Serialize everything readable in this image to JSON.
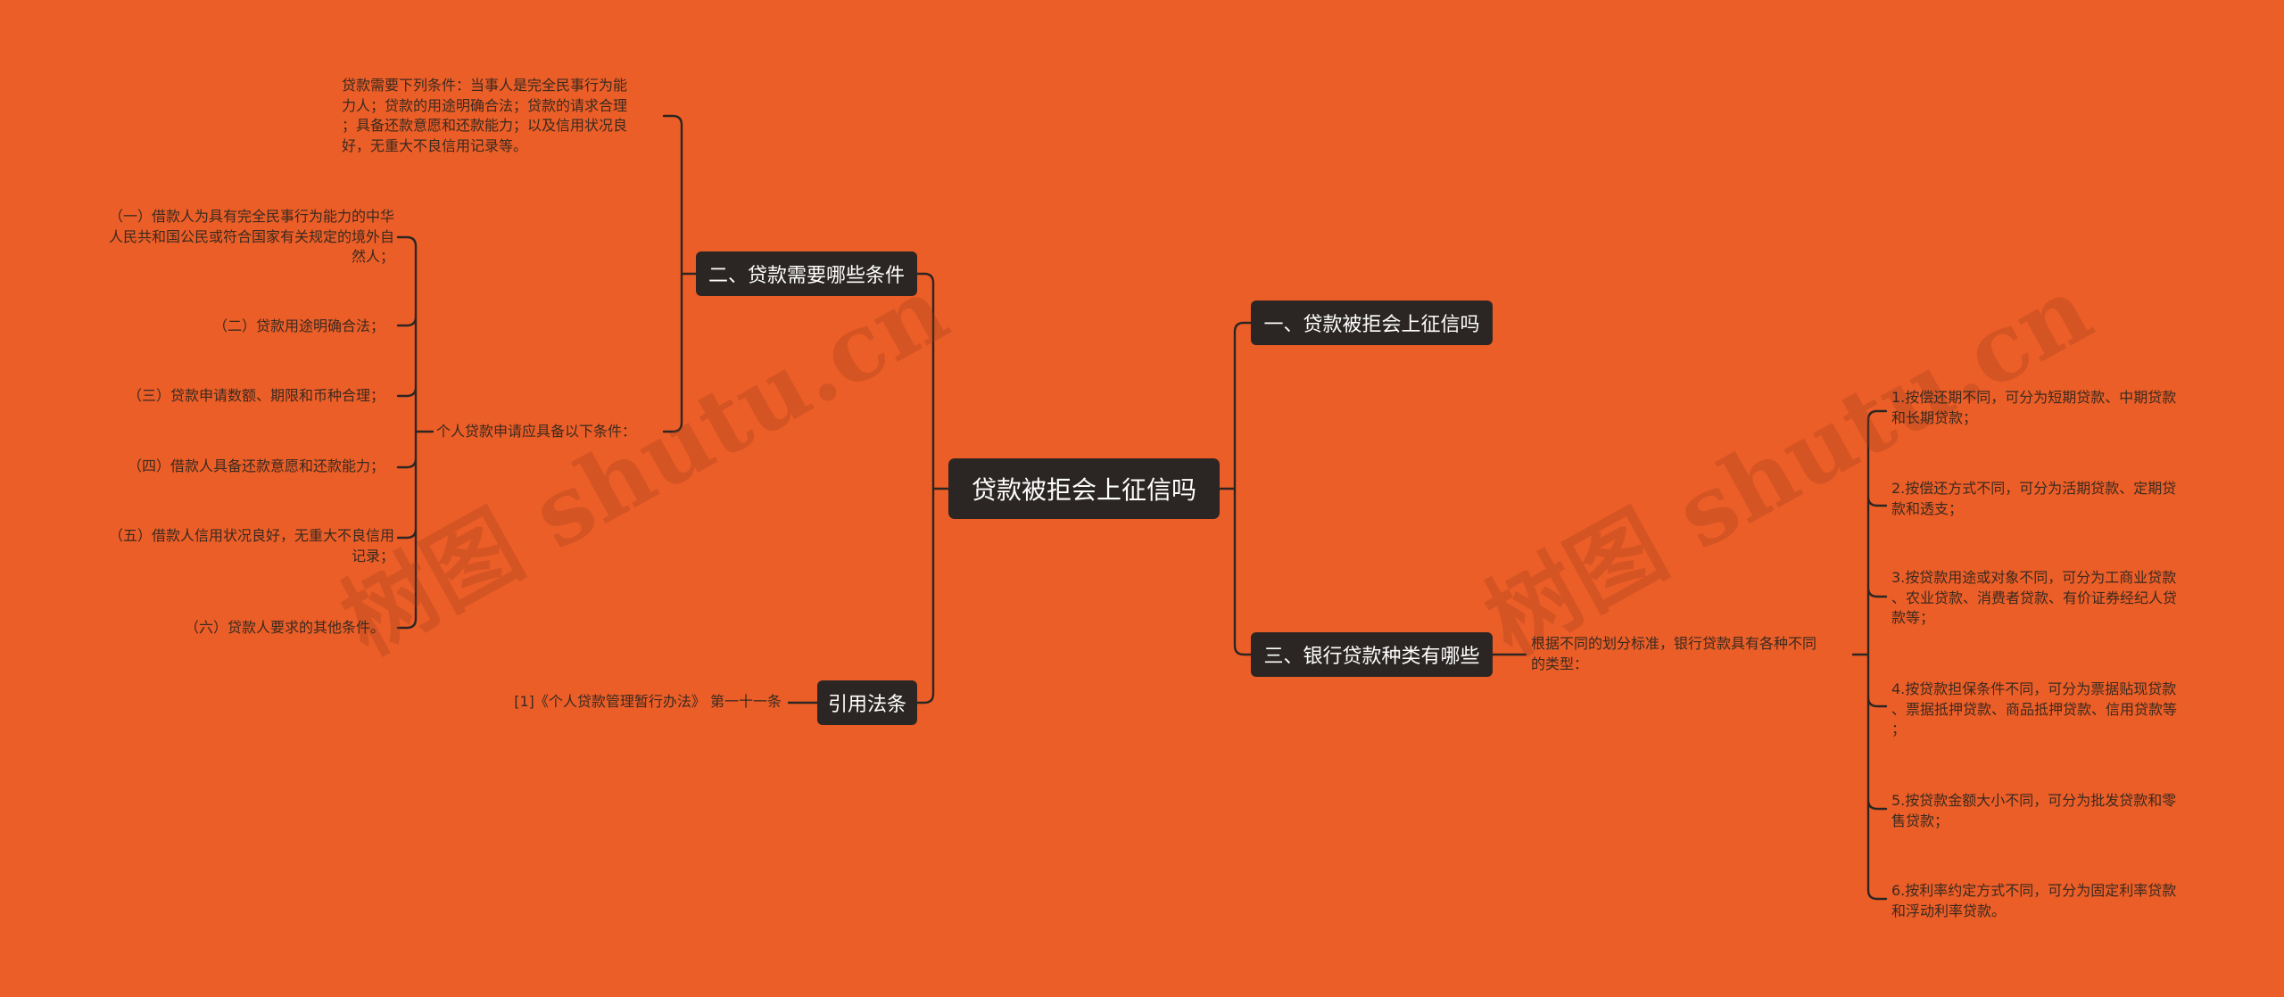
{
  "root": {
    "label": "贷款被拒会上征信吗"
  },
  "branches": {
    "b1": {
      "label": "一、贷款被拒会上征信吗"
    },
    "b2": {
      "label": "二、贷款需要哪些条件"
    },
    "b3": {
      "label": "三、银行贷款种类有哪些"
    },
    "b4": {
      "label": "引用法条"
    }
  },
  "left": {
    "conditions_summary": "贷款需要下列条件：当事人是完全民事行为能\n力人；贷款的用途明确合法；贷款的请求合理\n；具备还款意愿和还款能力；以及信用状况良\n好，无重大不良信用记录等。",
    "personal_loan_intro": "个人贷款申请应具备以下条件：",
    "personal_conditions": [
      "（一）借款人为具有完全民事行为能力的中华\n人民共和国公民或符合国家有关规定的境外自\n然人；",
      "（二）贷款用途明确合法；",
      "（三）贷款申请数额、期限和币种合理；",
      "（四）借款人具备还款意愿和还款能力；",
      "（五）借款人信用状况良好，无重大不良信用\n记录；",
      "（六）贷款人要求的其他条件。"
    ],
    "citation": "[1]《个人贷款管理暂行办法》 第一十一条"
  },
  "right": {
    "types_intro": "根据不同的划分标准，银行贷款具有各种不同\n的类型：",
    "types": [
      "1.按偿还期不同，可分为短期贷款、中期贷款\n和长期贷款；",
      "2.按偿还方式不同，可分为活期贷款、定期贷\n款和透支；",
      "3.按贷款用途或对象不同，可分为工商业贷款\n、农业贷款、消费者贷款、有价证券经纪人贷\n款等；",
      "4.按贷款担保条件不同，可分为票据贴现贷款\n、票据抵押贷款、商品抵押贷款、信用贷款等\n；",
      "5.按贷款金额大小不同，可分为批发贷款和零\n售贷款；",
      "6.按利率约定方式不同，可分为固定利率贷款\n和浮动利率贷款。"
    ]
  },
  "watermarks": [
    "树图 shutu.cn",
    "树图 shutu.cn"
  ],
  "colors": {
    "background": "#EC5E27",
    "node": "#2B2623",
    "line": "#2B2623",
    "leaf_text": "#3A2A20"
  }
}
